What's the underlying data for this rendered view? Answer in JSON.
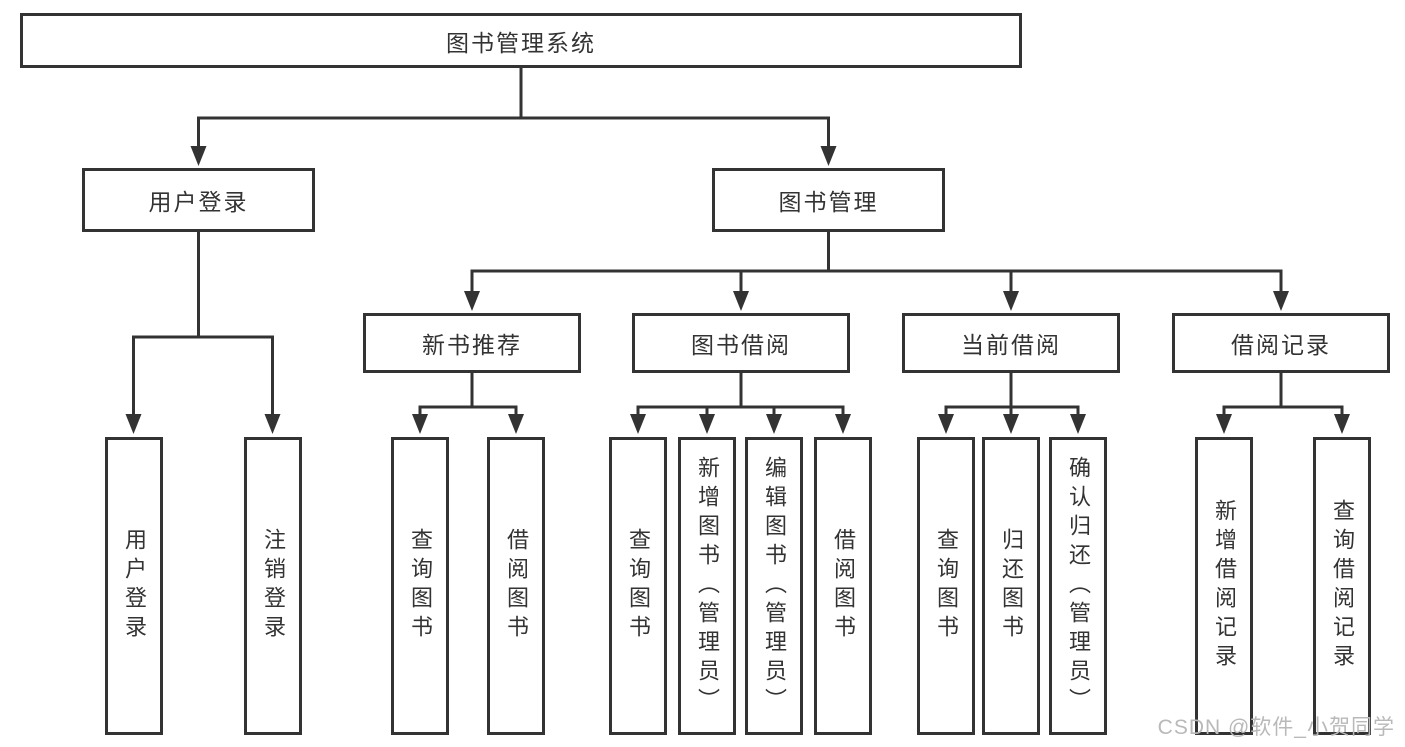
{
  "nodes": {
    "root": "图书管理系统",
    "level2": [
      "用户登录",
      "图书管理"
    ],
    "level3": [
      "新书推荐",
      "图书借阅",
      "当前借阅",
      "借阅记录"
    ],
    "leaves_user_login": [
      "用户登录",
      "注销登录"
    ],
    "leaves_new_books": [
      "查询图书",
      "借阅图书"
    ],
    "leaves_book_borrow": [
      "查询图书",
      "新增图书（管理员）",
      "编辑图书（管理员）",
      "借阅图书"
    ],
    "leaves_current_borrow": [
      "查询图书",
      "归还图书",
      "确认归还（管理员）"
    ],
    "leaves_borrow_records": [
      "新增借阅记录",
      "查询借阅记录"
    ]
  },
  "watermark": "CSDN @软件_小贺同学",
  "colors": {
    "background": "#ffffff",
    "box_fill": "#ffffff",
    "line": "#333333",
    "text": "#333333",
    "watermark": "#b9b9b9"
  }
}
